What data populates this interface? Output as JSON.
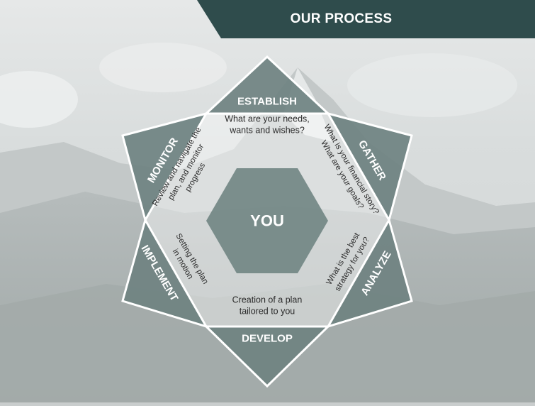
{
  "header": {
    "title": "OUR PROCESS"
  },
  "center": {
    "label": "YOU"
  },
  "stages": [
    {
      "name": "ESTABLISH",
      "description": [
        "What are your needs,",
        "wants and wishes?"
      ]
    },
    {
      "name": "GATHER",
      "description": [
        "What is your financial story?",
        "What are your goals?"
      ]
    },
    {
      "name": "ANALYZE",
      "description": [
        "What is the best",
        "strategy for you?"
      ]
    },
    {
      "name": "DEVELOP",
      "description": [
        "Creation of a plan",
        "tailored to you"
      ]
    },
    {
      "name": "IMPLEMENT",
      "description": [
        "Setting the plan",
        "in motion"
      ]
    },
    {
      "name": "MONITOR",
      "description": [
        "Review and navigate the",
        "plan, and monitor",
        "progress"
      ]
    }
  ],
  "colors": {
    "header_bg": "#2f4c4c",
    "point_fill": "#6f8281",
    "center_fill": "#758987",
    "inner_fill": "#ffffff",
    "outline": "#ffffff",
    "text_dark": "#2b2b2b",
    "text_light": "#ffffff"
  }
}
